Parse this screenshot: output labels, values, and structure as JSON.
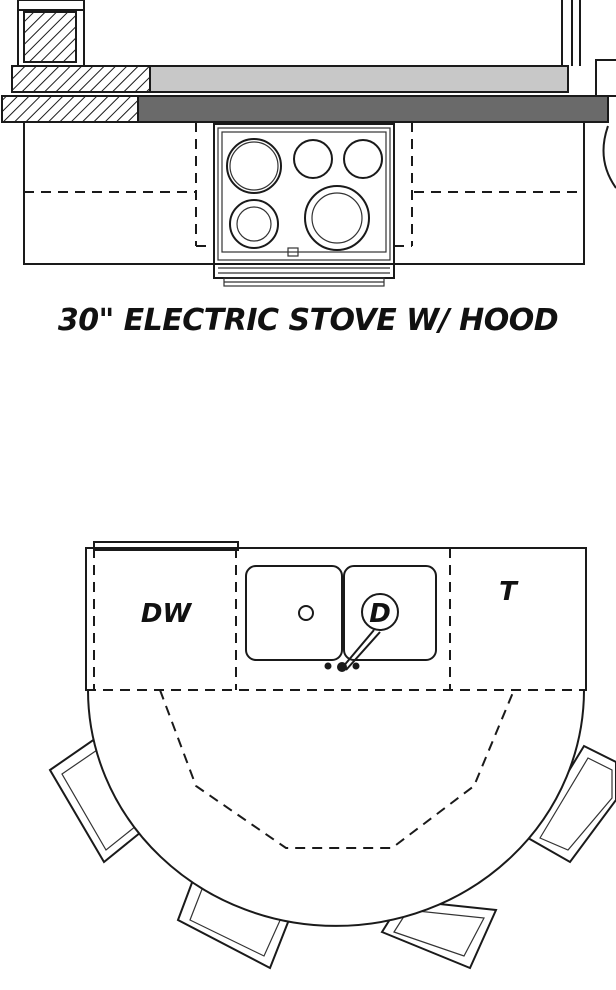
{
  "stove_caption": "30\" ELECTRIC STOVE W/ HOOD",
  "island": {
    "dishwasher_label": "DW",
    "disposal_label": "D",
    "trash_label": "T"
  },
  "colors": {
    "line": "#1a1a1a",
    "counter_light": "#c8c8c8",
    "counter_dark": "#6a6a6a",
    "chair_fill": "#ffffff",
    "background": "#ffffff"
  }
}
